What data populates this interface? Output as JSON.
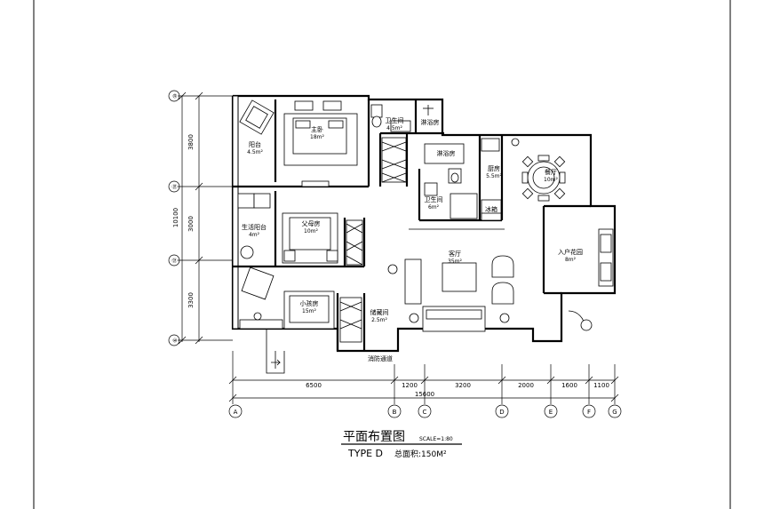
{
  "rooms": {
    "master": {
      "name": "主卧",
      "area": "18m²"
    },
    "bath1": {
      "name": "卫生间",
      "area": "4.5m²"
    },
    "shower1": {
      "name": "淋浴房"
    },
    "balcony": {
      "name": "阳台",
      "area": "4.5m²"
    },
    "shower2": {
      "name": "淋浴房"
    },
    "kitchen": {
      "name": "厨房",
      "area": "5.5m²"
    },
    "dining": {
      "name": "餐厅",
      "area": "10m²"
    },
    "bath2": {
      "name": "卫生间",
      "area": "6m²"
    },
    "fridge": {
      "name": "冰箱"
    },
    "utility": {
      "name": "生活阳台",
      "area": "4m²"
    },
    "parents": {
      "name": "父母房",
      "area": "10m²"
    },
    "living": {
      "name": "客厅",
      "area": "35m²"
    },
    "garden": {
      "name": "入户花园",
      "area": "8m²"
    },
    "child": {
      "name": "小孩房",
      "area": "15m²"
    },
    "storage": {
      "name": "储藏间",
      "area": "2.5m²"
    },
    "corridor": {
      "name": "消防通道"
    }
  },
  "dimensions": {
    "left_total": "10100",
    "left_1": "3800",
    "left_2": "3000",
    "left_3": "3300",
    "bottom": [
      "6500",
      "1200",
      "3200",
      "2000",
      "1600",
      "1100"
    ],
    "bottom_total": "15600"
  },
  "axes": {
    "bottom": [
      "A",
      "B",
      "C",
      "D",
      "E",
      "F",
      "G"
    ],
    "left": [
      "⑩",
      "⑭",
      "⑫",
      "⑥"
    ]
  },
  "caption": {
    "title": "平面布置图",
    "scale": "SCALE=1:80",
    "type": "TYPE D",
    "total_area": "总面积:150M²"
  }
}
